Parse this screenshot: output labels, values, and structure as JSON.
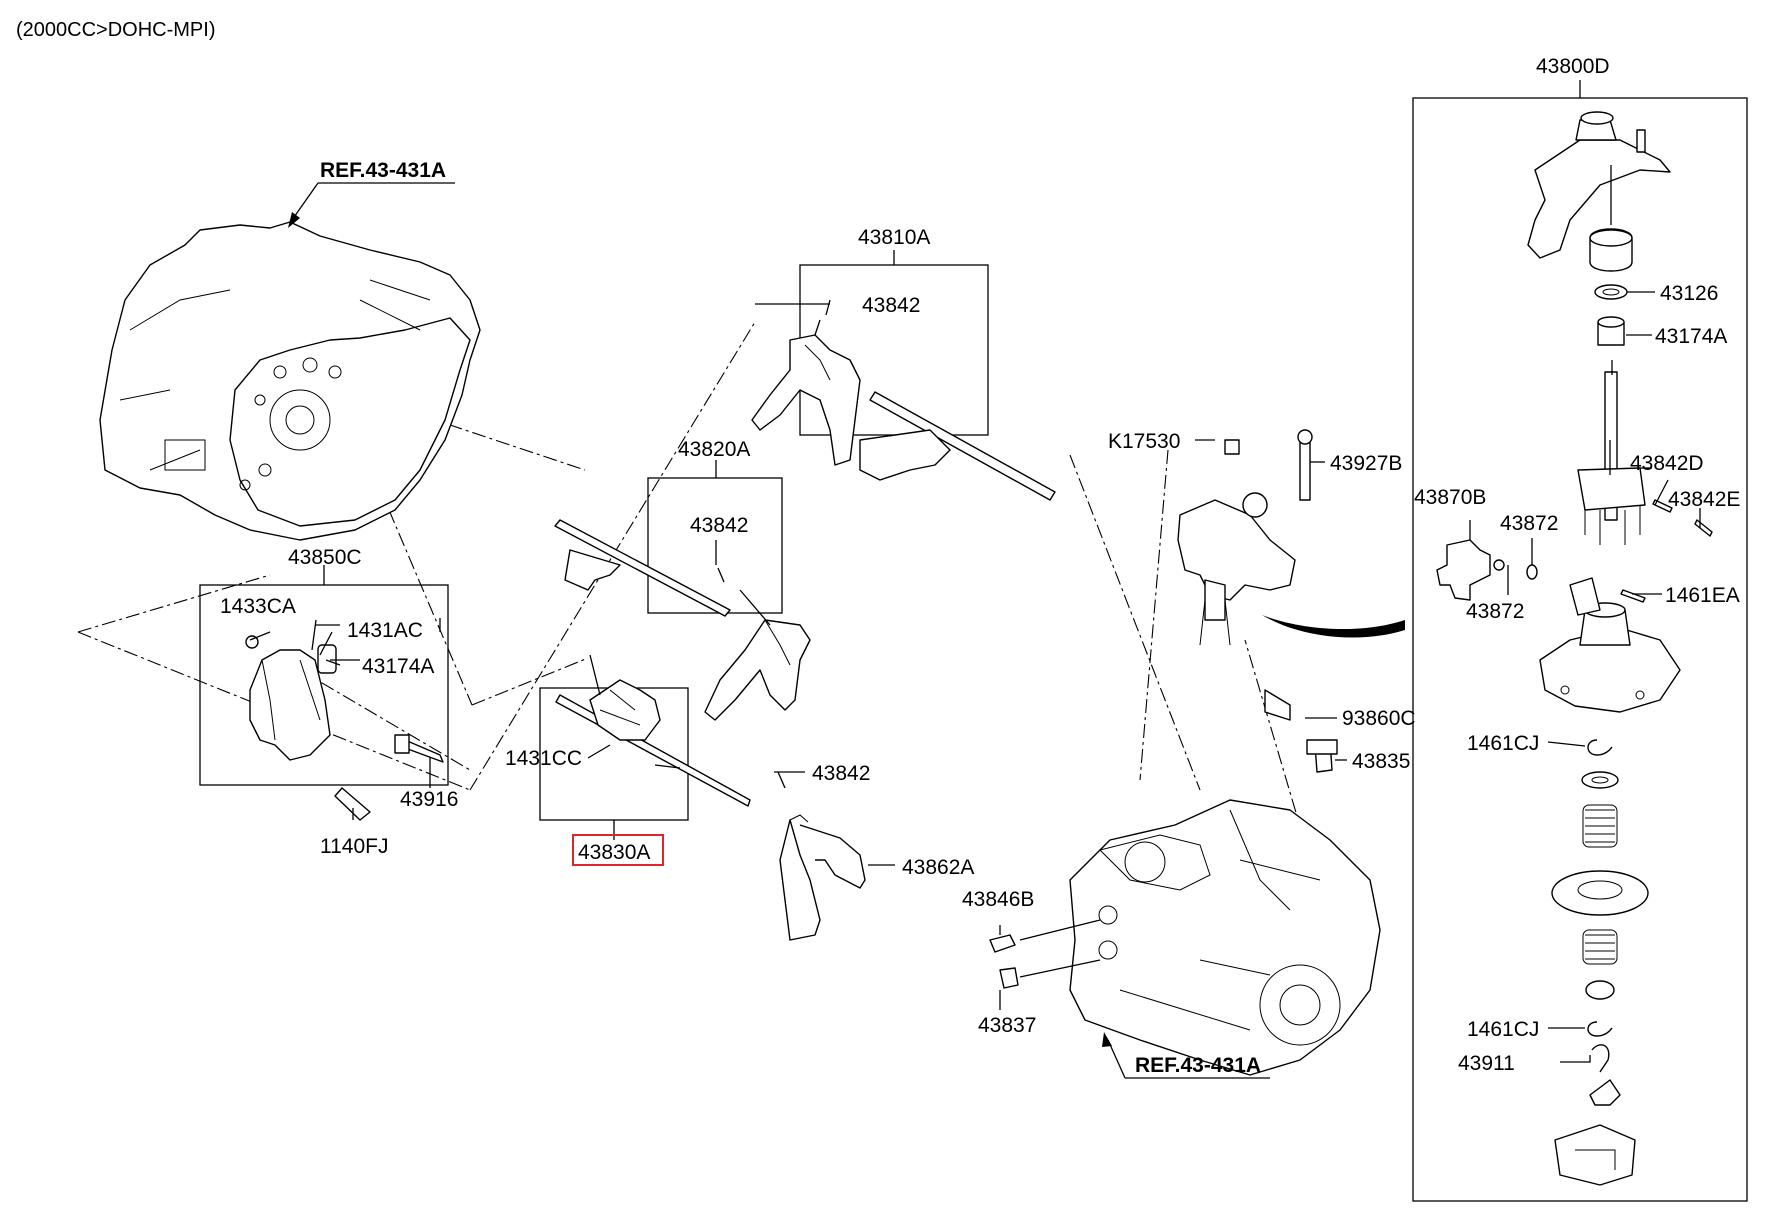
{
  "header": {
    "variant": "(2000CC>DOHC-MPI)"
  },
  "highlight_color": "#e0242a",
  "refs": {
    "ref_top": "REF.43-431A",
    "ref_bottom": "REF.43-431A"
  },
  "labels": {
    "p43800D": "43800D",
    "p43126": "43126",
    "p43174A_r": "43174A",
    "p43842D": "43842D",
    "p43842E": "43842E",
    "p43870B": "43870B",
    "p43872_a": "43872",
    "p43872_b": "43872",
    "p1461EA": "1461EA",
    "p1461CJ_a": "1461CJ",
    "p1461CJ_b": "1461CJ",
    "p43911": "43911",
    "p43810A": "43810A",
    "p43842_a": "43842",
    "p43820A": "43820A",
    "p43842_b": "43842",
    "p43850C": "43850C",
    "p1433CA": "1433CA",
    "p1431AC": "1431AC",
    "p43174A_l": "43174A",
    "p43916": "43916",
    "p1140FJ": "1140FJ",
    "p1431CC": "1431CC",
    "p43830A": "43830A",
    "p43842_c": "43842",
    "p43862A": "43862A",
    "pK17530": "K17530",
    "p43927B": "43927B",
    "p93860C": "93860C",
    "p43835": "43835",
    "p43846B": "43846B",
    "p43837": "43837"
  }
}
